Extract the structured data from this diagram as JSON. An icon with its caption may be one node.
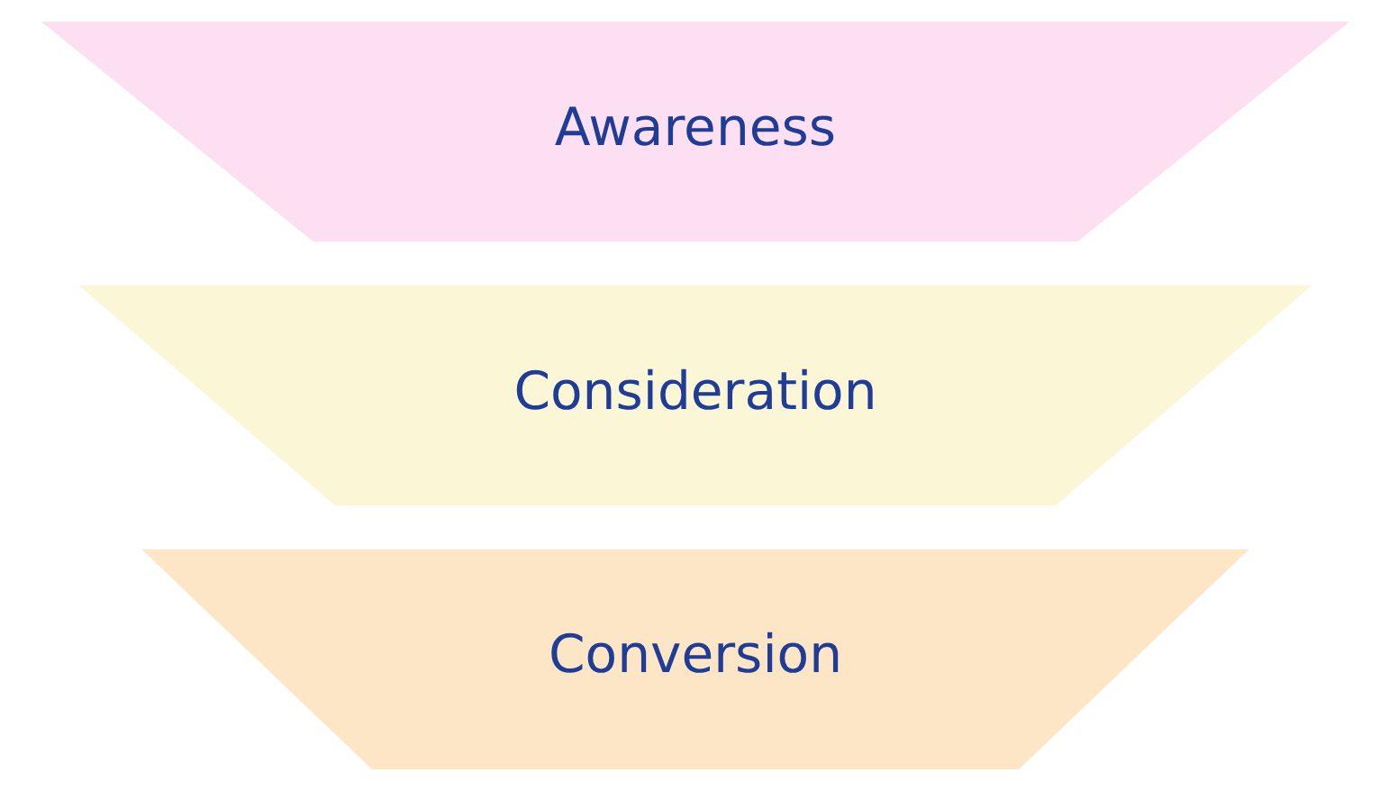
{
  "diagram": {
    "nodes": [
      {
        "text": [
          "Awareness"
        ]
      },
      {
        "text": [
          "Consideration"
        ]
      },
      {
        "text": [
          "Conversion"
        ]
      }
    ]
  }
}
